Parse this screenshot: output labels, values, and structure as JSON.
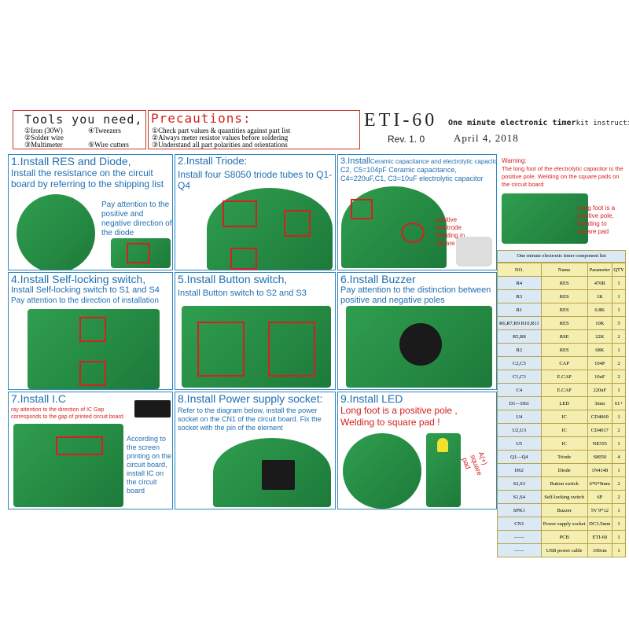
{
  "header": {
    "tools_title": "Tools you need,",
    "tools": [
      "①Iron (30W)",
      "④Tweezers",
      "②Solder wire",
      "③Multimeter",
      "⑤Wire cutters"
    ],
    "precautions_title": "Precautions:",
    "precautions": [
      "①Check part values & quantities against part list",
      "②Always meter resistor values before soldering",
      "③Understand all part polarities and orientations"
    ],
    "product": "ETI-60",
    "subtitle_main": "One minute electronic timer",
    "subtitle_tail": "kit instructions",
    "rev": "Rev. 1. 0",
    "date": "April 4, 2018"
  },
  "steps": [
    {
      "title": "1.Install RES and Diode,",
      "text": "Install the resistance on the circuit board by referring to the shipping list",
      "note": "Pay attention to the positive and negative direction of the diode"
    },
    {
      "title": "2.Install Triode:",
      "text": "Install four S8050 triode tubes to Q1-Q4"
    },
    {
      "title": "3.Install",
      "title_tail": "Ceramic capacitance and electrolytic capacitor:",
      "text": "C2, C5=104pF Ceramic capacitance, C4=220uF,C1, C3=10uF electrolytic capacitor",
      "note": "positive electrode Welding in square pad"
    },
    {
      "title": "4.Install Self-locking switch,",
      "text": "Install Self-locking switch to S1 and S4",
      "text2": "Pay attention to the direction of installation"
    },
    {
      "title": "5.Install Button switch,",
      "text": "Install Button switch to S2 and S3"
    },
    {
      "title": "6.Install Buzzer",
      "text": "Pay attention to the distinction between positive and negative poles"
    },
    {
      "title": "7.Install I.C",
      "text": "ray attention to the direction of IC Gap corresponds to the gap of printed circuit board",
      "note": "According to the screen printing on the circuit board, install IC on the circuit board"
    },
    {
      "title": "8.Install Power supply socket:",
      "text": "Refer to the diagram below, install the power socket on the CN1 of the circuit board. Fix the socket with the pin of the element"
    },
    {
      "title": "9.Install LED",
      "text": "Long foot is a positive pole ,",
      "text2": "Welding to square pad !",
      "note": "A(+) square pad"
    }
  ],
  "warning": {
    "title": "Warning:",
    "text": "The long foot of the electrolytic capacitor is the positive pole. Welding on the square pads on the circuit board",
    "callout": "Long foot is a positive pole, Welding to square pad"
  },
  "parts": {
    "title": "One minute electronic timer component list",
    "columns": [
      "NO.",
      "Name",
      "Parameter",
      "QTY"
    ],
    "rows": [
      [
        "R4",
        "RES",
        "470R",
        "1"
      ],
      [
        "R3",
        "RES",
        "1K",
        "1"
      ],
      [
        "R1",
        "RES",
        "6.8K",
        "1"
      ],
      [
        "R6,R7,R9 R10,R11",
        "RES",
        "10K",
        "5"
      ],
      [
        "R5,R8",
        "RSE",
        "22K",
        "2"
      ],
      [
        "R2",
        "RES",
        "68K",
        "1"
      ],
      [
        "C2,C5",
        "CAP",
        "104P",
        "2"
      ],
      [
        "C1,C3",
        "E.CAP",
        "10uF",
        "2"
      ],
      [
        "C4",
        "E.CAP",
        "220uF",
        "1"
      ],
      [
        "D1—D61",
        "LED",
        "3mm",
        "61+"
      ],
      [
        "U4",
        "IC",
        "CD4069",
        "1"
      ],
      [
        "U2,U3",
        "IC",
        "CD4017",
        "2"
      ],
      [
        "U5",
        "IC",
        "NE555",
        "1"
      ],
      [
        "Q1—Q4",
        "Triode",
        "S8050",
        "4"
      ],
      [
        "D62",
        "Diode",
        "1N4148",
        "1"
      ],
      [
        "S2,S3",
        "Button switch",
        "6*6*9mm",
        "2"
      ],
      [
        "S1,S4",
        "Self-locking switch",
        "6P",
        "2"
      ],
      [
        "SPK1",
        "Buzzer",
        "5V 9*12",
        "1"
      ],
      [
        "CN1",
        "Power supply socket",
        "DC3.5mm",
        "1"
      ],
      [
        "——",
        "PCB",
        "ETI-60",
        "1"
      ],
      [
        "——",
        "USB power cable",
        "100cm",
        "1"
      ]
    ]
  },
  "colors": {
    "accent_blue": "#1f6fb2",
    "red": "#d62020",
    "table_yellow": "#f4efb0",
    "pcb_green": "#2f9e4f"
  }
}
